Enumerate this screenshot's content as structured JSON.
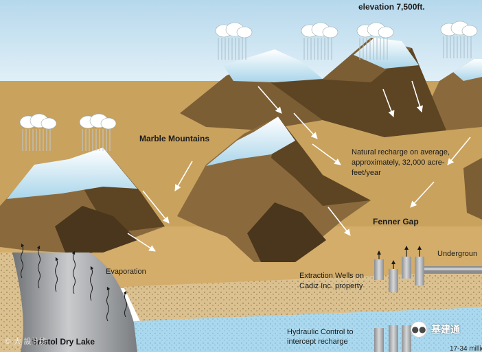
{
  "labels": {
    "elevation": "elevation 7,500ft.",
    "marble_mountains": "Marble Mountains",
    "natural_recharge": "Natural recharge on average, approximately, 32,000 acre-feet/year",
    "fenner_gap": "Fenner Gap",
    "underground": "Undergroun",
    "evaporation": "Evaporation",
    "extraction_wells": "Extraction Wells on Cadiz Inc. property",
    "hydraulic_control": "Hydraulic Control to intercept recharge",
    "bristol_dry_lake": "Bristol Dry Lake",
    "volume_partial": "17-34 millio"
  },
  "watermarks": {
    "left_symbol": "©",
    "left_text": "大 設計坊",
    "right_text": "基建通"
  },
  "colors": {
    "sky": "#c9e3f0",
    "desert": "#c9a25e",
    "desert_light": "#ddb878",
    "mountain": "#8a6a3d",
    "mountain_dark": "#5d4524",
    "snow": "#e6f4fa",
    "water": "#a9d8ee",
    "well": "#b5b8bb",
    "pipe": "#8a8d90",
    "lake_rock": "#9a9da0"
  }
}
